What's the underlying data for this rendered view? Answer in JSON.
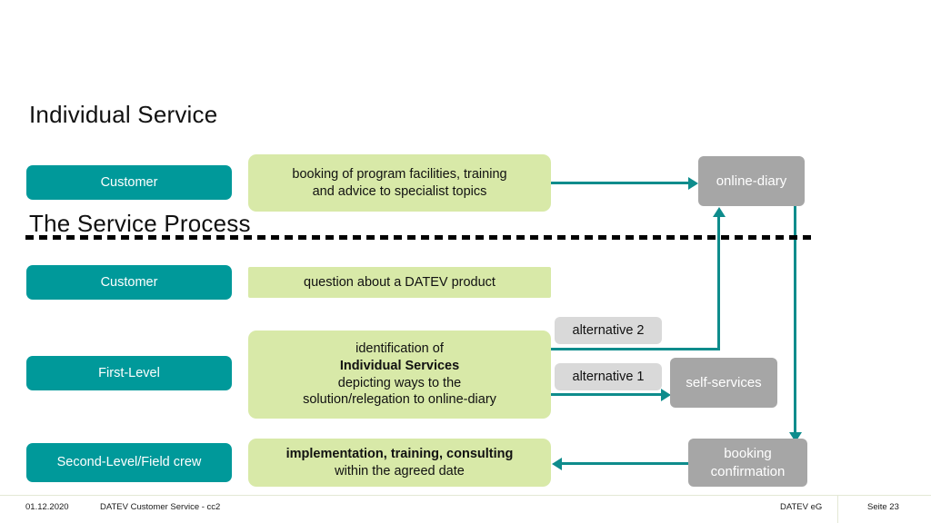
{
  "slide": {
    "title_line1": "Individual Service",
    "title_line2": "The Service Process"
  },
  "colors": {
    "teal": "#00999A",
    "connector_teal": "#0E8C8C",
    "green": "#D8E9A8",
    "gray": "#A6A6A6",
    "chip_gray": "#D9D9D9",
    "divider": "#000000"
  },
  "rows": {
    "row1": {
      "actor": "Customer",
      "action_line1": "booking of program facilities, training",
      "action_line2": "and advice to specialist topics",
      "target": "online-diary"
    },
    "row2": {
      "actor": "Customer",
      "action": "question about a DATEV product"
    },
    "row3": {
      "actor": "First-Level",
      "action_line1": "identification of",
      "action_line2": "Individual Services",
      "action_line3": "depicting ways to the",
      "action_line4": "solution/relegation to online-diary",
      "alternative_2": "alternative 2",
      "alternative_1": "alternative 1",
      "target": "self-services"
    },
    "row4": {
      "actor": "Second-Level/Field crew",
      "action_line1": "implementation, training, consulting",
      "action_line2": "within the agreed date",
      "target_line1": "booking",
      "target_line2": "confirmation"
    }
  },
  "footer": {
    "date": "01.12.2020",
    "department": "DATEV Customer Service - cc2",
    "company": "DATEV eG",
    "page": "Seite 23"
  }
}
